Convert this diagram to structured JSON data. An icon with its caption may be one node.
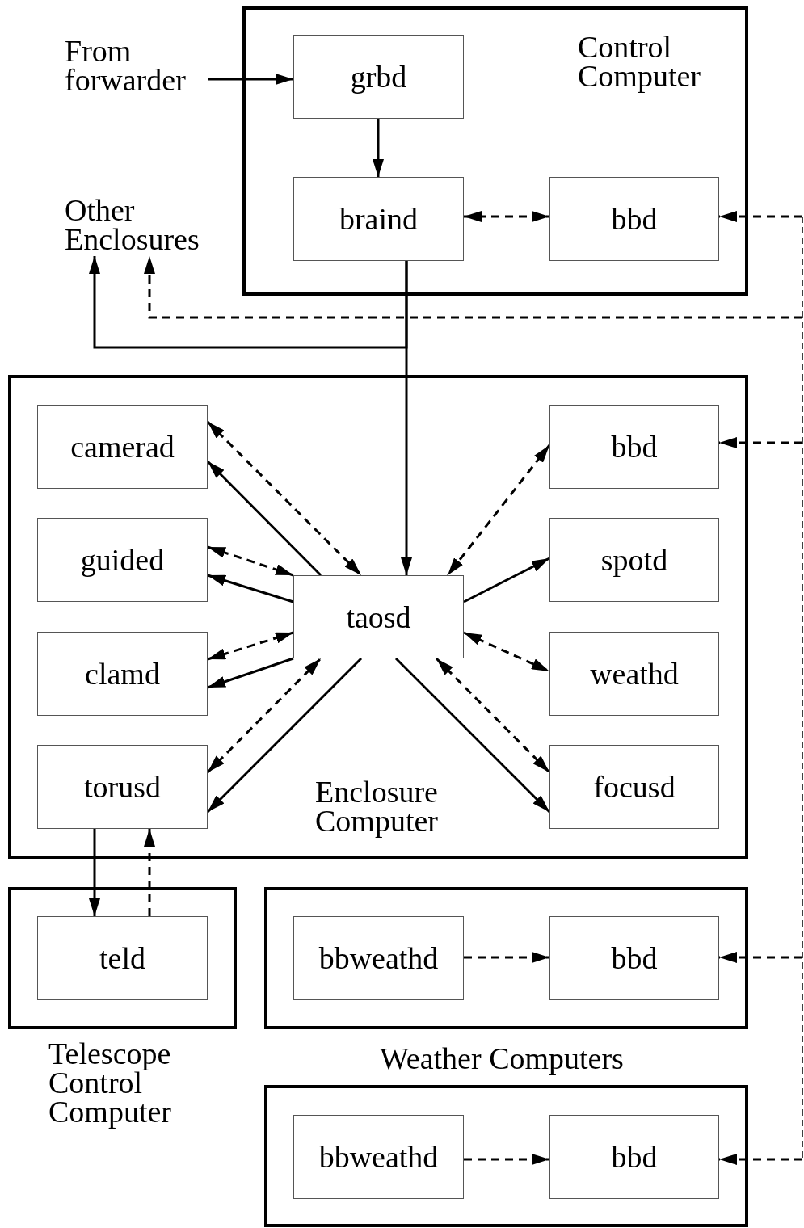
{
  "diagram": {
    "nodes": [
      {
        "text": [
          "Control Computer"
        ]
      },
      {
        "text": [
          "grbd"
        ],
        "in": 0
      },
      {
        "text": [
          "braind"
        ],
        "in": 0
      },
      {
        "text": [
          "bbd"
        ],
        "in": 0
      },
      {
        "text": [
          "From forwarder"
        ]
      },
      {
        "text": [
          "Other Enclosures"
        ]
      },
      {
        "text": [
          "Enclosure Computer"
        ]
      },
      {
        "text": [
          "camerad"
        ],
        "in": 6
      },
      {
        "text": [
          "bbd"
        ],
        "in": 6
      },
      {
        "text": [
          "guided"
        ],
        "in": 6
      },
      {
        "text": [
          "spotd"
        ],
        "in": 6
      },
      {
        "text": [
          "taosd"
        ],
        "in": 6
      },
      {
        "text": [
          "clamd"
        ],
        "in": 6
      },
      {
        "text": [
          "weathd"
        ],
        "in": 6
      },
      {
        "text": [
          "torusd"
        ],
        "in": 6
      },
      {
        "text": [
          "focusd"
        ],
        "in": 6
      },
      {
        "text": [
          "Telescope Control Computer"
        ]
      },
      {
        "text": [
          "teld"
        ],
        "in": 16
      },
      {
        "text": [],
        "shape": "box"
      },
      {
        "text": [
          "bbweathd"
        ],
        "in": 18
      },
      {
        "text": [
          "bbd"
        ],
        "in": 18
      },
      {
        "text": [],
        "shape": "box"
      },
      {
        "text": [
          "bbweathd"
        ],
        "in": 21
      },
      {
        "text": [
          "bbd"
        ],
        "in": 21
      }
    ],
    "edges": [
      {
        "from": 4,
        "to": 1,
        "arrow": "to"
      },
      {
        "from": 1,
        "to": 2,
        "arrow": "to"
      },
      {
        "from": 2,
        "to": 3,
        "arrow": "both",
        "style": "dashed"
      },
      {
        "from": 2,
        "to": 11,
        "arrow": "to"
      },
      {
        "from": 2,
        "to": 5,
        "arrow": "to"
      },
      {
        "from": null,
        "to": 3,
        "arrow": "to",
        "style": "dashed"
      },
      {
        "from": null,
        "to": 5,
        "arrow": "to",
        "style": "dashed"
      },
      {
        "from": null,
        "to": 8,
        "arrow": "to",
        "style": "dashed"
      },
      {
        "from": null,
        "to": 20,
        "arrow": "to",
        "style": "dashed"
      },
      {
        "from": null,
        "to": 23,
        "arrow": "to",
        "style": "dashed"
      },
      {
        "from": 11,
        "to": 7,
        "arrow": "to"
      },
      {
        "from": 7,
        "to": 11,
        "arrow": "both",
        "style": "dashed"
      },
      {
        "from": 11,
        "to": 9,
        "arrow": "to"
      },
      {
        "from": 9,
        "to": 11,
        "arrow": "both",
        "style": "dashed"
      },
      {
        "from": 11,
        "to": 12,
        "arrow": "to"
      },
      {
        "from": 12,
        "to": 11,
        "arrow": "both",
        "style": "dashed"
      },
      {
        "from": 11,
        "to": 14,
        "arrow": "to"
      },
      {
        "from": 14,
        "to": 11,
        "arrow": "both",
        "style": "dashed"
      },
      {
        "from": 8,
        "to": 11,
        "arrow": "both",
        "style": "dashed"
      },
      {
        "from": 11,
        "to": 10,
        "arrow": "to"
      },
      {
        "from": 11,
        "to": 13,
        "arrow": "both",
        "style": "dashed"
      },
      {
        "from": 11,
        "to": 15,
        "arrow": "to"
      },
      {
        "from": 11,
        "to": 15,
        "arrow": "both",
        "style": "dashed"
      },
      {
        "from": 14,
        "to": 17,
        "arrow": "to"
      },
      {
        "from": 17,
        "to": 14,
        "arrow": "to",
        "style": "dashed"
      },
      {
        "from": 19,
        "to": 20,
        "arrow": "to",
        "style": "dashed"
      },
      {
        "from": 22,
        "to": 23,
        "arrow": "to",
        "style": "dashed"
      }
    ],
    "labels": [
      "Weather Computers"
    ]
  }
}
